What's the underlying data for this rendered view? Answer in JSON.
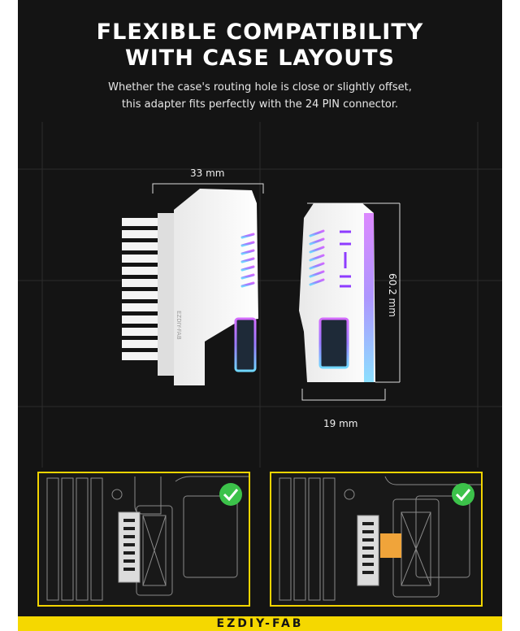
{
  "heading": {
    "line1": "FLEXIBLE COMPATIBILITY",
    "line2": "WITH CASE LAYOUTS"
  },
  "subtitle": {
    "line1": "Whether the case's routing hole is close or slightly offset,",
    "line2": "this adapter fits perfectly with the 24 PIN connector."
  },
  "dimensions": {
    "width": "33 mm",
    "height": "60.2 mm",
    "depth": "19 mm"
  },
  "product_label": "EZDIY-FAB",
  "footer": {
    "brand": "EZDIY-FAB"
  },
  "colors": {
    "accent": "#f5d800",
    "background": "#141414",
    "check": "#3cc24a"
  },
  "icons": [
    "check-circle-icon",
    "check-circle-icon"
  ]
}
